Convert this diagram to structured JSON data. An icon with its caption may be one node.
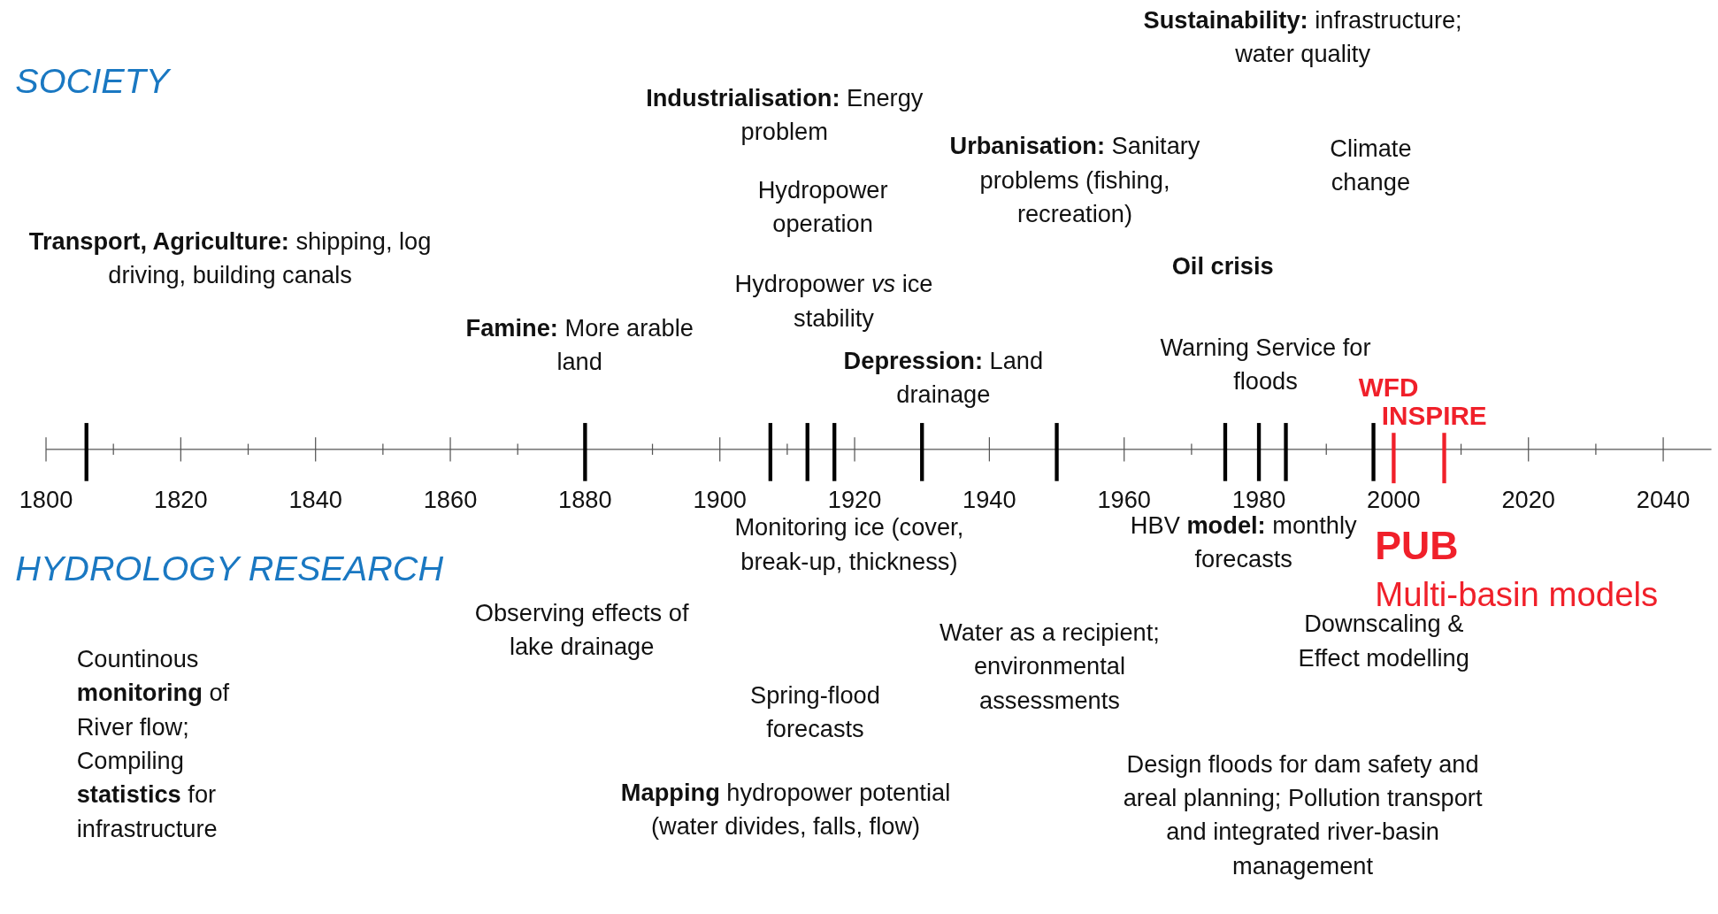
{
  "diagram": {
    "labels": [
      "SOCIETY",
      "**Sustainability:** infrastructure; water quality",
      "**Industrialisation:** Energy problem",
      "**Urbanisation:** Sanitary problems (fishing, recreation)",
      "Climate change",
      "Hydropower operation",
      "**Transport, Agriculture:** shipping, log driving, building canals",
      "Oil crisis",
      "Hydropower *vs* ice stability",
      "**Famine:** More arable land",
      "**Depression:** Land drainage",
      "Warning Service for floods",
      "WFD",
      "INSPIRE",
      "1800",
      "1820",
      "1840",
      "1860",
      "1880",
      "1900",
      "1920",
      "1940",
      "1960",
      "1980",
      "2000",
      "2020",
      "2040",
      "HYDROLOGY RESEARCH",
      "Monitoring ice (cover, break-up, thickness)",
      "HBV **model:** monthly forecasts",
      "PUB",
      "Multi-basin models",
      "Observing effects of lake drainage",
      "Water as a recipient; environmental assessments",
      "Downscaling & Effect modelling",
      "Countinous **monitoring** of River flow; Compiling **statistics** for infrastructure",
      "Spring-flood forecasts",
      "Design floods for dam safety and areal planning; Pollution transport and integrated river-basin management",
      "**Mapping** hydropower potential (water divides, falls, flow)"
    ]
  }
}
